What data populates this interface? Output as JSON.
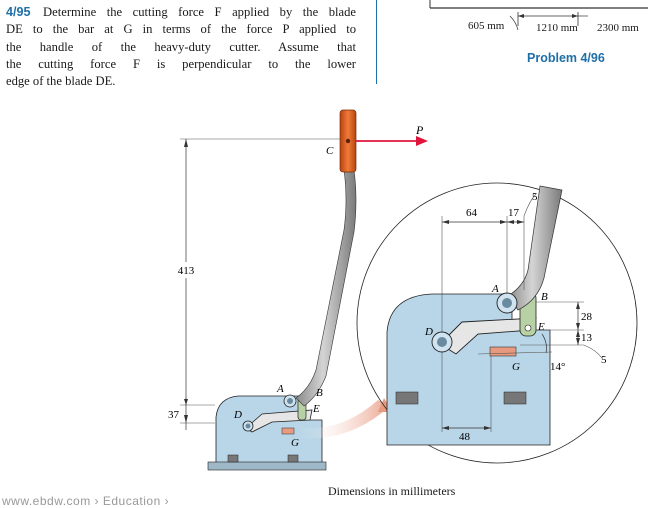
{
  "problem": {
    "number": "4/95",
    "lines": [
      "Determine the cutting force F applied by the blade",
      "DE to the bar at G in terms of the force P applied to",
      "the handle of the heavy-duty cutter. Assume that",
      "the cutting force F is perpendicular to the lower",
      "edge of the blade DE."
    ]
  },
  "previous_problem": {
    "label": "Problem 4/96",
    "dims": [
      "605 mm",
      "1210 mm",
      "2300 mm"
    ]
  },
  "figure": {
    "labels": {
      "P": "P",
      "C": "C",
      "A": "A",
      "B": "B",
      "E": "E",
      "D": "D",
      "G": "G",
      "A2": "A",
      "B2": "B",
      "E2": "E",
      "D2": "D",
      "G2": "G"
    },
    "dimensions": {
      "height_total": "413",
      "height_base": "37",
      "d64": "64",
      "d17": "17",
      "d5_top": "5",
      "d28": "28",
      "d13": "13",
      "d5_right": "5",
      "angle": "14°",
      "d48": "48"
    },
    "colors": {
      "body": "#b9d6e8",
      "handle": "#e0641f",
      "link": "#b7d1a4",
      "arrow": "#e0143c",
      "accent": "#1f6fa8"
    }
  },
  "caption": "Dimensions in millimeters",
  "watermark": "www.ebdw.com › Education ›"
}
